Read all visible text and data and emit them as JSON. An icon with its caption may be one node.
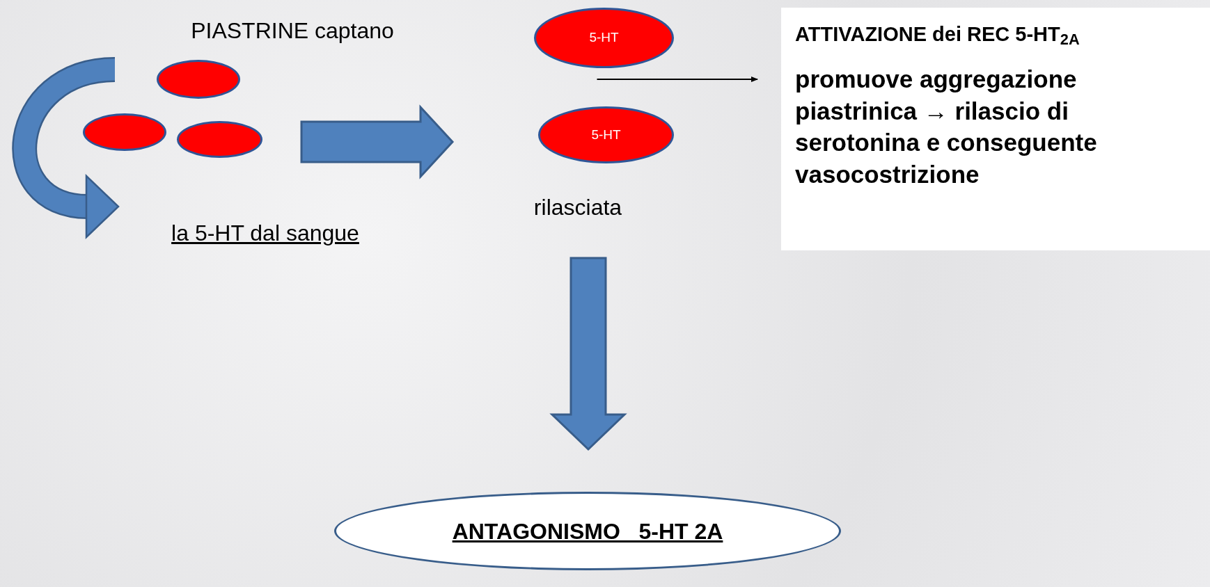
{
  "diagram": {
    "nodes": [
      {
        "text": [
          "PIASTRINE captano"
        ]
      },
      {
        "text": [],
        "shape": "ellipse"
      },
      {
        "text": [],
        "shape": "ellipse"
      },
      {
        "text": [],
        "shape": "ellipse"
      },
      {
        "text": [
          "la 5-HT dal sangue"
        ]
      },
      {
        "text": [
          "5-HT"
        ]
      },
      {
        "text": [
          "5-HT"
        ]
      },
      {
        "text": [
          "rilasciata"
        ]
      },
      {
        "text": [
          "ATTIVAZIONE dei REC 5-HT$_{2A}$",
          "promuove aggregazione piastrinica → rilascio di serotonina e conseguente vasocostrizione"
        ]
      },
      {
        "text": [
          "ANTAGONISMO   5-HT 2A"
        ]
      }
    ],
    "edges": [
      {
        "from": null,
        "to": 4,
        "arrow": "to",
        "style": "thick"
      },
      {
        "from": 3,
        "to": 6,
        "arrow": "to",
        "style": "thick"
      },
      {
        "from": 5,
        "to": 8,
        "arrow": "to",
        "color": "#000000"
      },
      {
        "from": 7,
        "to": 9,
        "arrow": "to",
        "style": "thick"
      }
    ]
  }
}
